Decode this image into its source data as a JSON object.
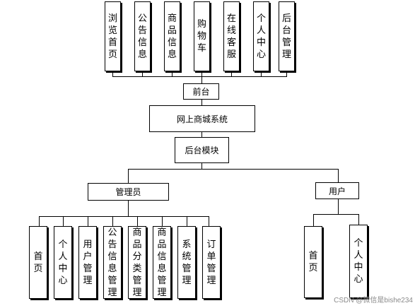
{
  "front_modules": [
    "浏览首页",
    "公告信息",
    "商品信息",
    "购物车",
    "在线客服",
    "个人中心",
    "后台管理"
  ],
  "front_node": "前台",
  "system_node": "网上商城系统",
  "backend_node": "后台模块",
  "admin_node": "管理员",
  "user_node": "用户",
  "admin_modules": [
    "首页",
    "个人中心",
    "用户管理",
    "公告信息管理",
    "商品分类管理",
    "商品信息管理",
    "系统管理",
    "订单管理"
  ],
  "user_modules": [
    "首页",
    "个人中心"
  ],
  "watermark": "CSDN @微信是bishe234"
}
